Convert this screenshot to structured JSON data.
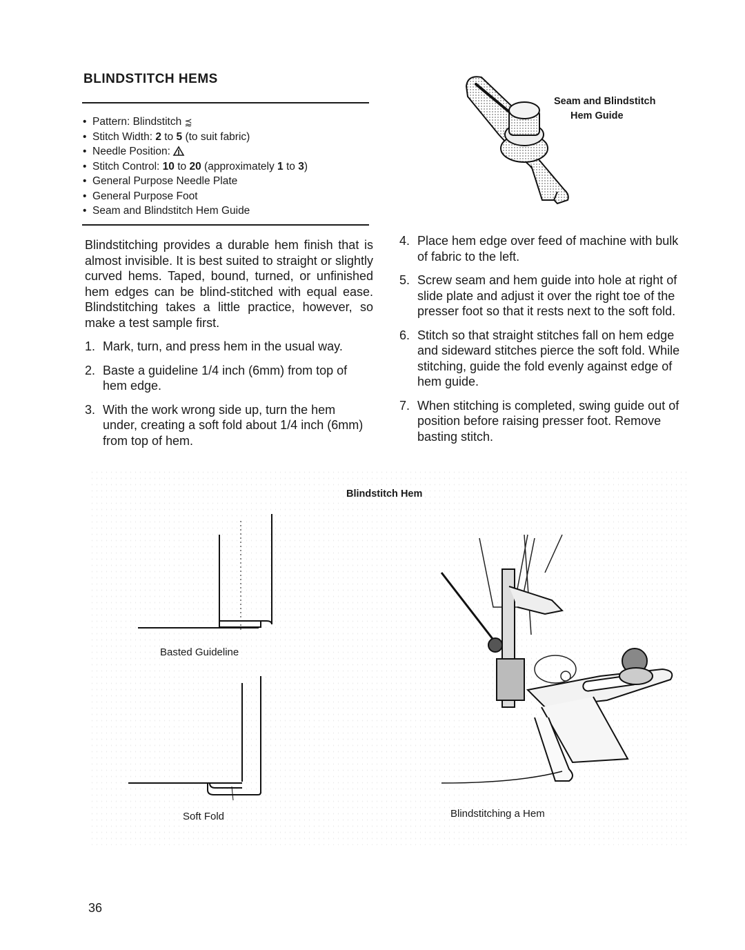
{
  "heading": "BLINDSTITCH HEMS",
  "specs": [
    {
      "label": "Pattern:",
      "value": "Blindstitch",
      "icon": "blindstitch-symbol"
    },
    {
      "pre": "Stitch Width:",
      "b1": "2",
      "mid": "to",
      "b2": "5",
      "post": "(to suit fabric)"
    },
    {
      "label": "Needle Position:",
      "icon": "needle-position-symbol"
    },
    {
      "pre": "Stitch Control:",
      "b1": "10",
      "mid": "to",
      "b2": "20",
      "mid2": "(approximately",
      "b3": "1",
      "mid3": "to",
      "b4": "3",
      "post": ")"
    },
    {
      "text": "General Purpose Needle Plate"
    },
    {
      "text": "General Purpose Foot"
    },
    {
      "text": "Seam and Blindstitch Hem Guide"
    }
  ],
  "intro": "Blindstitching provides a durable hem finish that is almost invisible. It is best suited to straight or slightly curved hems. Taped, bound, turned, or unfinished hem edges can be blind-stitched with equal ease. Blindstitching takes a little practice, however, so make a test sample first.",
  "steps": [
    {
      "num": "1.",
      "text": "Mark, turn, and press hem in the usual way."
    },
    {
      "num": "2.",
      "text": "Baste a guideline 1/4 inch (6mm) from top of hem edge."
    },
    {
      "num": "3.",
      "text": "With the work wrong side up, turn the hem under, creating a soft fold about 1/4 inch (6mm) from top of hem."
    },
    {
      "num": "4.",
      "text": "Place hem edge over feed of machine with bulk of fabric to the left."
    },
    {
      "num": "5.",
      "text": "Screw seam and hem guide into hole at right of slide plate and adjust it over the right toe of the presser foot so that it rests next to the soft fold."
    },
    {
      "num": "6.",
      "text": "Stitch so that straight stitches fall on hem edge and sideward stitches pierce the soft fold. While stitching, guide the fold evenly against edge of hem guide."
    },
    {
      "num": "7.",
      "text": "When stitching is completed, swing guide out of position before raising presser foot. Remove basting stitch."
    }
  ],
  "captions": {
    "guide_line1": "Seam and Blindstitch",
    "guide_line2": "Hem Guide",
    "figure_title": "Blindstitch Hem",
    "basted": "Basted Guideline",
    "soft_fold": "Soft Fold",
    "blindstitching": "Blindstitching a Hem"
  },
  "page_number": "36"
}
